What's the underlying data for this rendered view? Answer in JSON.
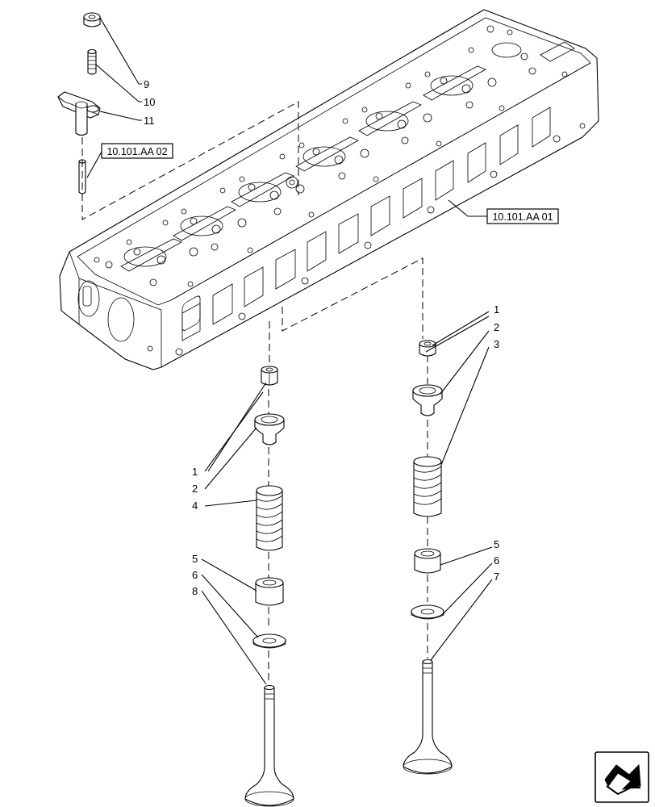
{
  "references": {
    "aa02": "10.101.AA 02",
    "aa01": "10.101.AA 01"
  },
  "callouts": {
    "top_9": "9",
    "top_10": "10",
    "top_11": "11",
    "left_1": "1",
    "left_2": "2",
    "left_4": "4",
    "left_5": "5",
    "left_6": "6",
    "left_8": "8",
    "right_1": "1",
    "right_2": "2",
    "right_3": "3",
    "right_5": "5",
    "right_6": "6",
    "right_7": "7"
  },
  "icons": {
    "nav": "next-page-arrow-icon"
  }
}
